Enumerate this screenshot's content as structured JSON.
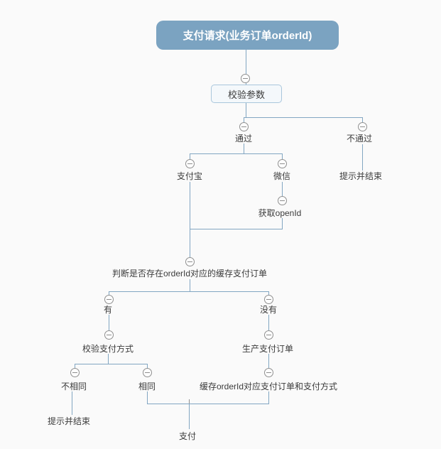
{
  "colors": {
    "background": "#fafafa",
    "root_fill": "#7ba3c1",
    "root_text": "#ffffff",
    "line": "#82a6c2",
    "box_fill": "#f4f8fb",
    "box_border": "#a9c6dc",
    "label_text": "#3b3b3b",
    "collapse_gray": "#8f8f8f"
  },
  "icons": {
    "collapse": "minus-in-circle"
  },
  "nodes": {
    "root": "支付请求(业务订单orderId)",
    "validate_params": "校验参数",
    "pass": "通过",
    "fail": "不通过",
    "fail_hint_end": "提示并结束",
    "alipay": "支付宝",
    "wechat": "微信",
    "get_openid": "获取openId",
    "check_cache": "判断是否存在orderId对应的缓存支付订单",
    "has": "有",
    "has_not": "没有",
    "verify_pay_method": "校验支付方式",
    "not_same": "不相同",
    "same": "相同",
    "not_same_hint_end": "提示并结束",
    "create_order": "生产支付订单",
    "cache_order": "缓存orderId对应支付订单和支付方式",
    "pay": "支付"
  }
}
